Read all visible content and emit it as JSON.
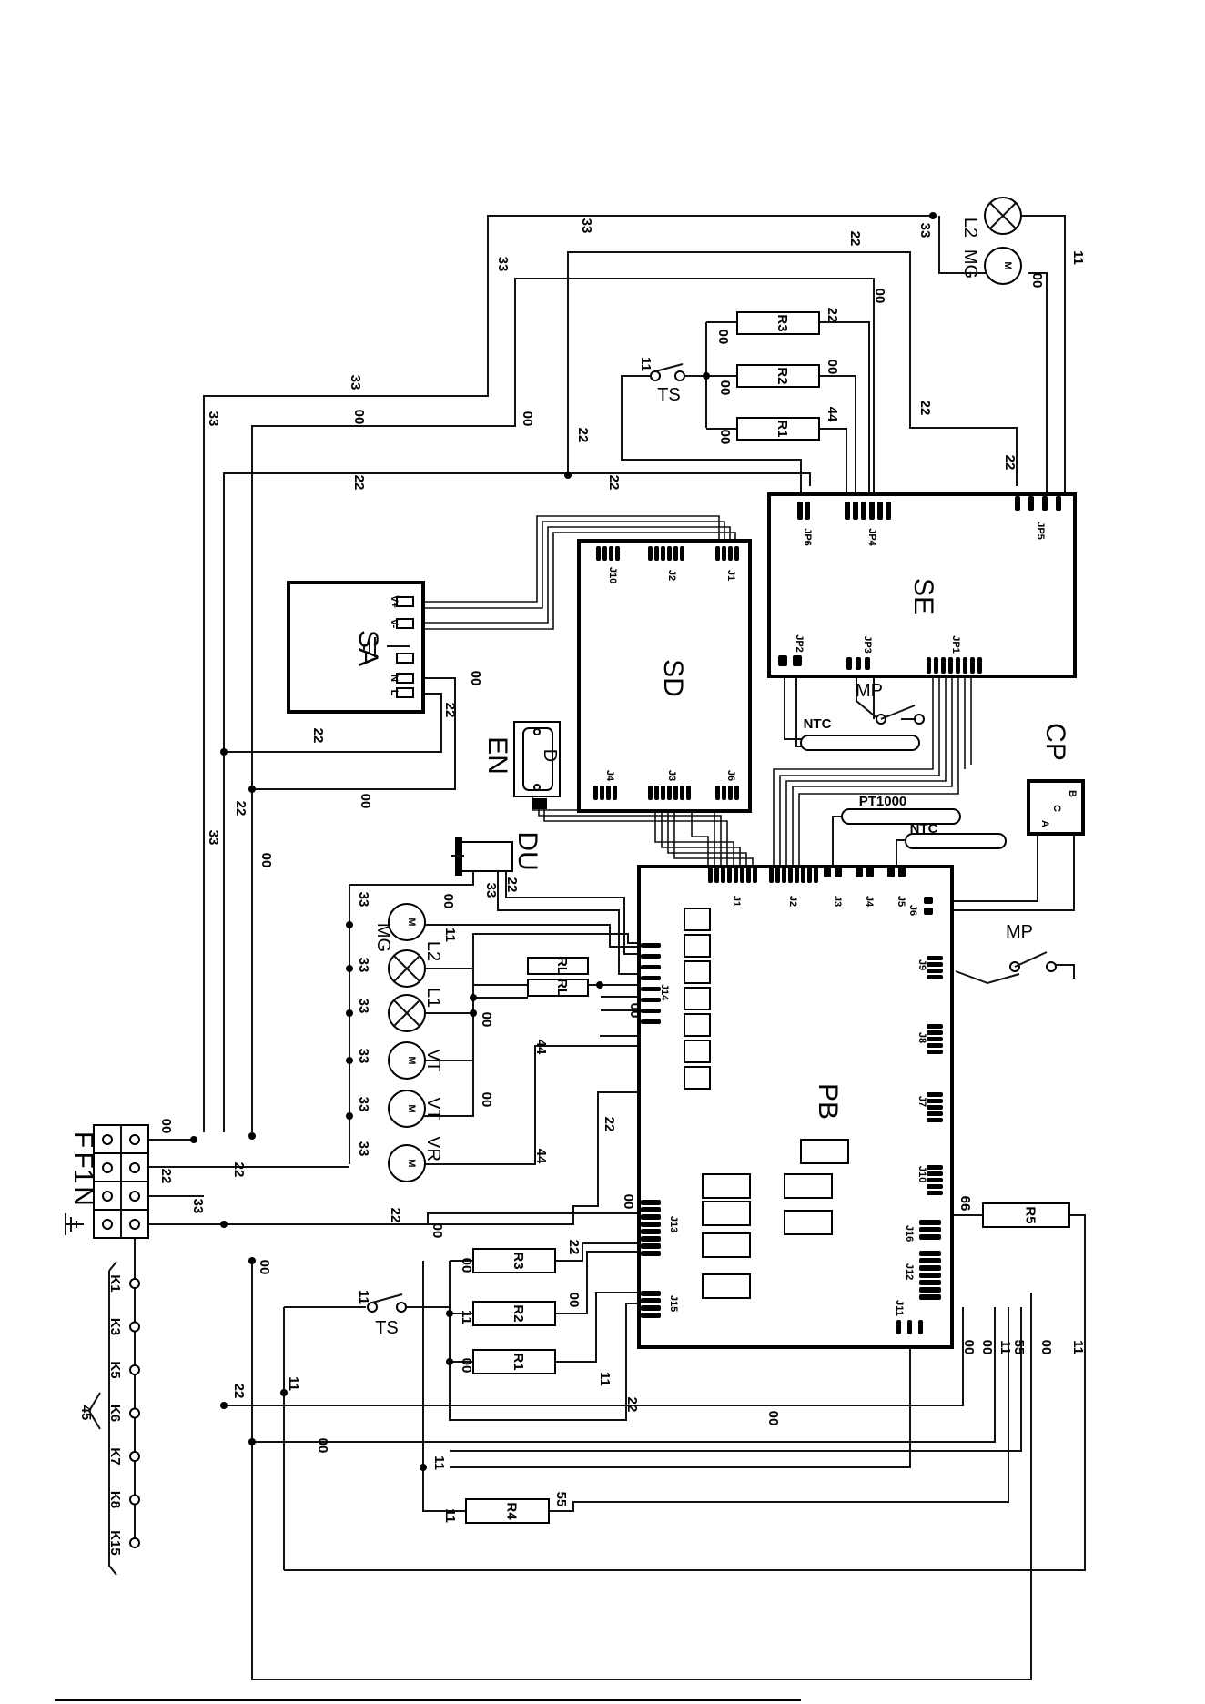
{
  "diagram": {
    "boards": {
      "SE": "SE",
      "SD": "SD",
      "PB": "PB",
      "SA": "SA",
      "CP": "CP",
      "EN": "EN",
      "DU": "DU"
    },
    "sa_pins": [
      "V+",
      "V-",
      "N",
      "L"
    ],
    "cp_pins": [
      "A",
      "C",
      "B"
    ],
    "se_connectors": {
      "jp6": "JP6",
      "jp4": "JP4",
      "jp5": "JP5",
      "jp2": "JP2",
      "jp3": "JP3",
      "jp1": "JP1"
    },
    "sd_connectors": {
      "j10": "J10",
      "j2": "J2",
      "j1": "J1",
      "j4": "J4",
      "j3": "J3",
      "j6": "J6"
    },
    "pb_connectors": {
      "j1": "J1",
      "j2": "J2",
      "j3": "J3",
      "j4": "J4",
      "j5": "J5",
      "j6": "J6",
      "j9": "J9",
      "j8": "J8",
      "j7": "J7",
      "j10": "J10",
      "j16": "J16",
      "j12": "J12",
      "j11": "J11",
      "j14": "J14",
      "j13": "J13",
      "j15": "J15"
    },
    "pin_one": "1",
    "components": {
      "r1": "R1",
      "r2": "R2",
      "r3": "R3",
      "r4": "R4",
      "r5": "R5",
      "rl": "RL",
      "ts": "TS",
      "mp": "MP",
      "ntc": "NTC",
      "pt1000": "PT1000",
      "mg": "MG",
      "l1": "L1",
      "l2": "L2",
      "vt": "VT",
      "vr": "VR",
      "motor": "M"
    },
    "terminal_labels": [
      "F",
      "F1",
      "N"
    ],
    "k_labels": [
      "K1",
      "K3",
      "K5",
      "K6",
      "K7",
      "K8",
      "K15"
    ],
    "k_group_number": "45",
    "wire_codes": {
      "c00": "00",
      "c11": "11",
      "c22": "22",
      "c33": "33",
      "c44": "44",
      "c55": "55",
      "c66": "66"
    }
  }
}
